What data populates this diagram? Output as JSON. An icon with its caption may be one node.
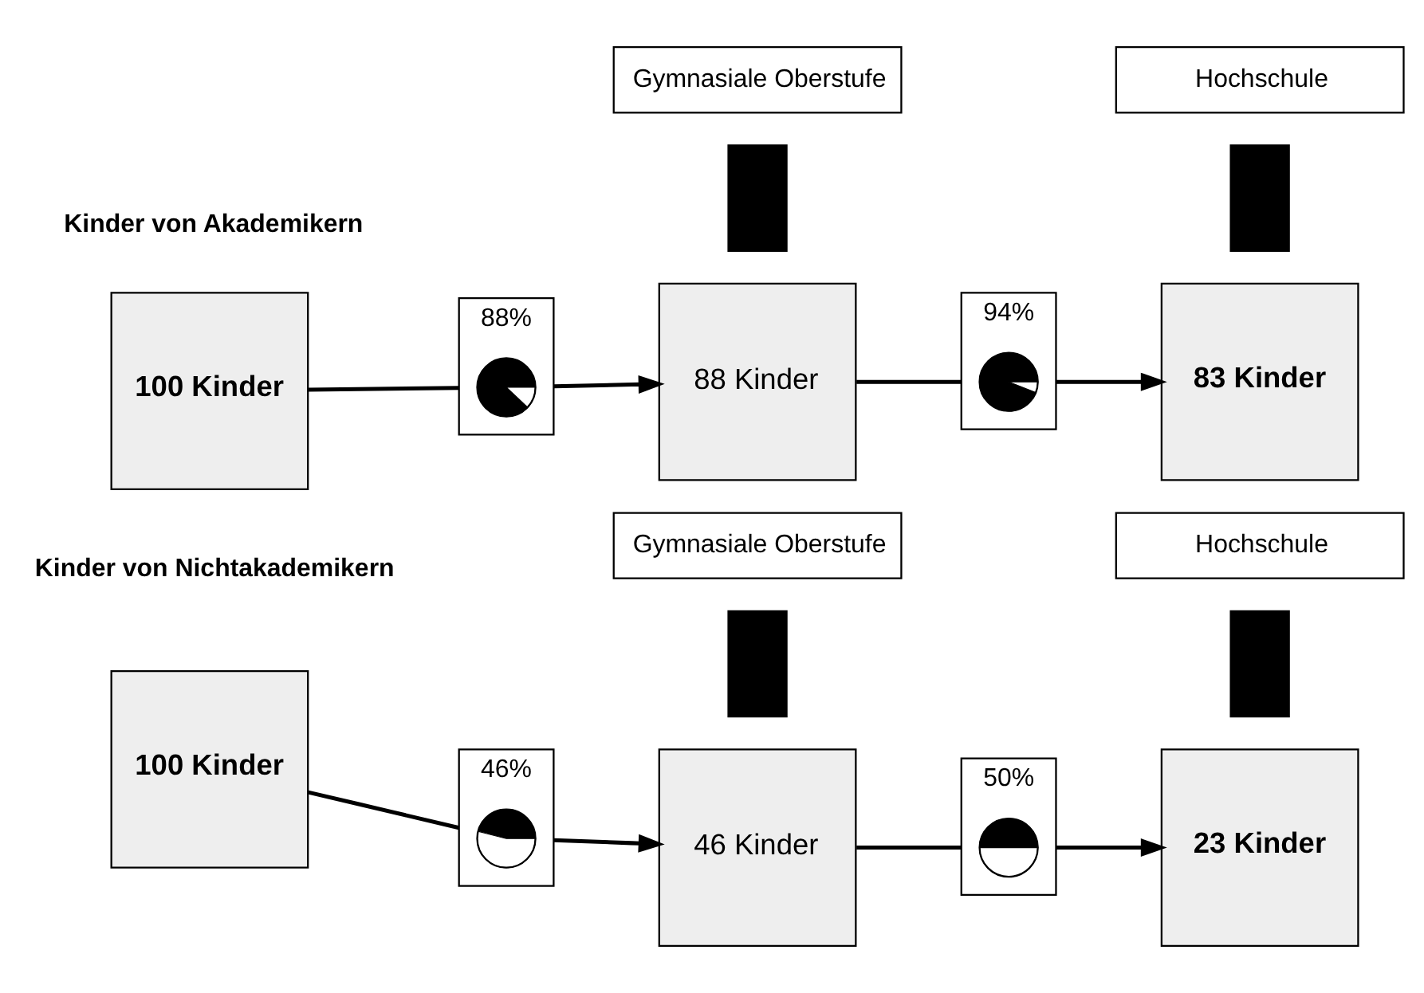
{
  "diagram": {
    "nodes": [
      {
        "text": [
          "100 Kinder"
        ]
      },
      {
        "text": [],
        "shape": "box",
        "beside": [
          "88%"
        ]
      },
      {
        "text": [],
        "shape": "circle",
        "in": 1
      },
      {
        "text": [
          "Gymnasiale Oberstufe"
        ]
      },
      {
        "text": [],
        "shape": "bar"
      },
      {
        "text": [
          "88 Kinder"
        ]
      },
      {
        "text": [],
        "shape": "box",
        "beside": [
          "94%"
        ]
      },
      {
        "text": [],
        "shape": "circle",
        "in": 6
      },
      {
        "text": [
          "Hochschule"
        ]
      },
      {
        "text": [],
        "shape": "bar"
      },
      {
        "text": [
          "83 Kinder"
        ]
      },
      {
        "text": [
          "100 Kinder"
        ]
      },
      {
        "text": [],
        "shape": "box",
        "beside": [
          "46%"
        ]
      },
      {
        "text": [],
        "shape": "circle",
        "in": 12
      },
      {
        "text": [
          "Gymnasiale Oberstufe"
        ]
      },
      {
        "text": [],
        "shape": "bar"
      },
      {
        "text": [
          "46 Kinder"
        ]
      },
      {
        "text": [],
        "shape": "box",
        "beside": [
          "50%"
        ]
      },
      {
        "text": [],
        "shape": "circle",
        "in": 17
      },
      {
        "text": [
          "Hochschule"
        ]
      },
      {
        "text": [],
        "shape": "bar"
      },
      {
        "text": [
          "23 Kinder"
        ]
      }
    ],
    "edges": [
      {
        "from": 0,
        "to": 1,
        "arrow": "none"
      },
      {
        "from": 1,
        "to": 5,
        "arrow": "to"
      },
      {
        "from": 5,
        "to": 6,
        "arrow": "none"
      },
      {
        "from": 6,
        "to": 10,
        "arrow": "to"
      },
      {
        "from": 11,
        "to": 12,
        "arrow": "none"
      },
      {
        "from": 12,
        "to": 16,
        "arrow": "to"
      },
      {
        "from": 16,
        "to": 17,
        "arrow": "none"
      },
      {
        "from": 17,
        "to": 21,
        "arrow": "to"
      }
    ],
    "labels": [
      "Kinder von Akademikern",
      "Kinder von Nichtakademikern"
    ]
  }
}
